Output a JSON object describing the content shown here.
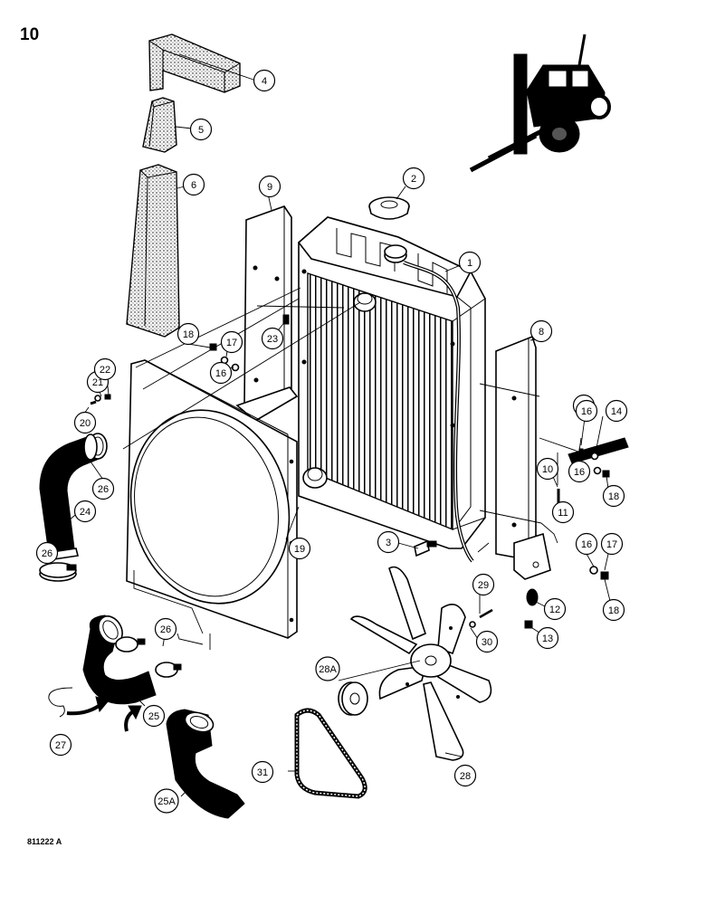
{
  "page": {
    "page_number": "10",
    "reference_code": "811222 A"
  },
  "colors": {
    "line": "#000000",
    "background": "#ffffff"
  },
  "callouts": [
    {
      "label": "1"
    },
    {
      "label": "2"
    },
    {
      "label": "3"
    },
    {
      "label": "4"
    },
    {
      "label": "5"
    },
    {
      "label": "6"
    },
    {
      "label": "8"
    },
    {
      "label": "9"
    },
    {
      "label": "10"
    },
    {
      "label": "11"
    },
    {
      "label": "12"
    },
    {
      "label": "13"
    },
    {
      "label": "14"
    },
    {
      "label": "15"
    },
    {
      "label": "16"
    },
    {
      "label": "16"
    },
    {
      "label": "16"
    },
    {
      "label": "16"
    },
    {
      "label": "17"
    },
    {
      "label": "17"
    },
    {
      "label": "18"
    },
    {
      "label": "18"
    },
    {
      "label": "18"
    },
    {
      "label": "19"
    },
    {
      "label": "20"
    },
    {
      "label": "21"
    },
    {
      "label": "22"
    },
    {
      "label": "23"
    },
    {
      "label": "24"
    },
    {
      "label": "25"
    },
    {
      "label": "25A"
    },
    {
      "label": "26"
    },
    {
      "label": "26"
    },
    {
      "label": "26"
    },
    {
      "label": "27"
    },
    {
      "label": "28"
    },
    {
      "label": "28A"
    },
    {
      "label": "29"
    },
    {
      "label": "30"
    },
    {
      "label": "31"
    }
  ]
}
